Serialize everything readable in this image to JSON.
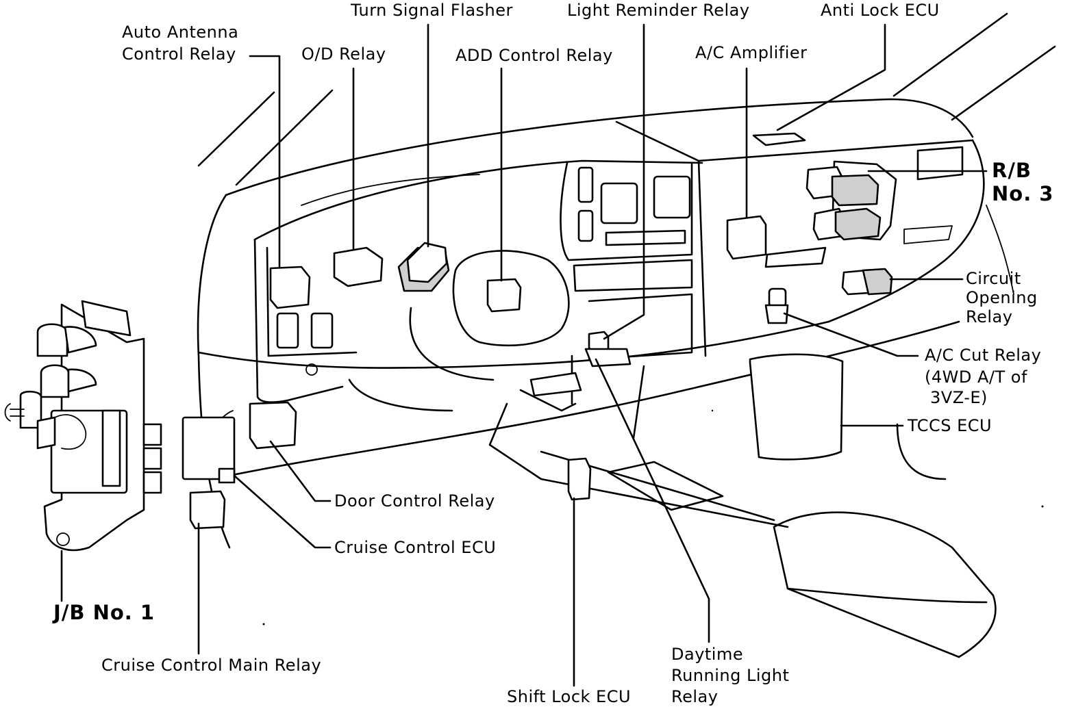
{
  "labels": {
    "auto_antenna_1": "Auto Antenna",
    "auto_antenna_2": "Control Relay",
    "od_relay": "O/D Relay",
    "turn_signal_flasher": "Turn Signal Flasher",
    "add_control_relay": "ADD Control Relay",
    "light_reminder_relay": "Light Reminder Relay",
    "ac_amplifier": "A/C Amplifier",
    "anti_lock_ecu": "Anti Lock ECU",
    "rb_no3_1": "R/B",
    "rb_no3_2": "No. 3",
    "circuit_opening_1": "Circuit",
    "circuit_opening_2": "Opening",
    "circuit_opening_3": "Relay",
    "ac_cut_1": "A/C Cut Relay",
    "ac_cut_2": "(4WD A/T of",
    "ac_cut_3": "3VZ-E)",
    "tccs_ecu": "TCCS ECU",
    "door_control_relay": "Door Control Relay",
    "cruise_control_ecu": "Cruise Control ECU",
    "jb_no1": "J/B No. 1",
    "cruise_main_relay": "Cruise Control Main Relay",
    "shift_lock_ecu": "Shift Lock ECU",
    "drl_1": "Daytime",
    "drl_2": "Running Light",
    "drl_3": "Relay"
  }
}
